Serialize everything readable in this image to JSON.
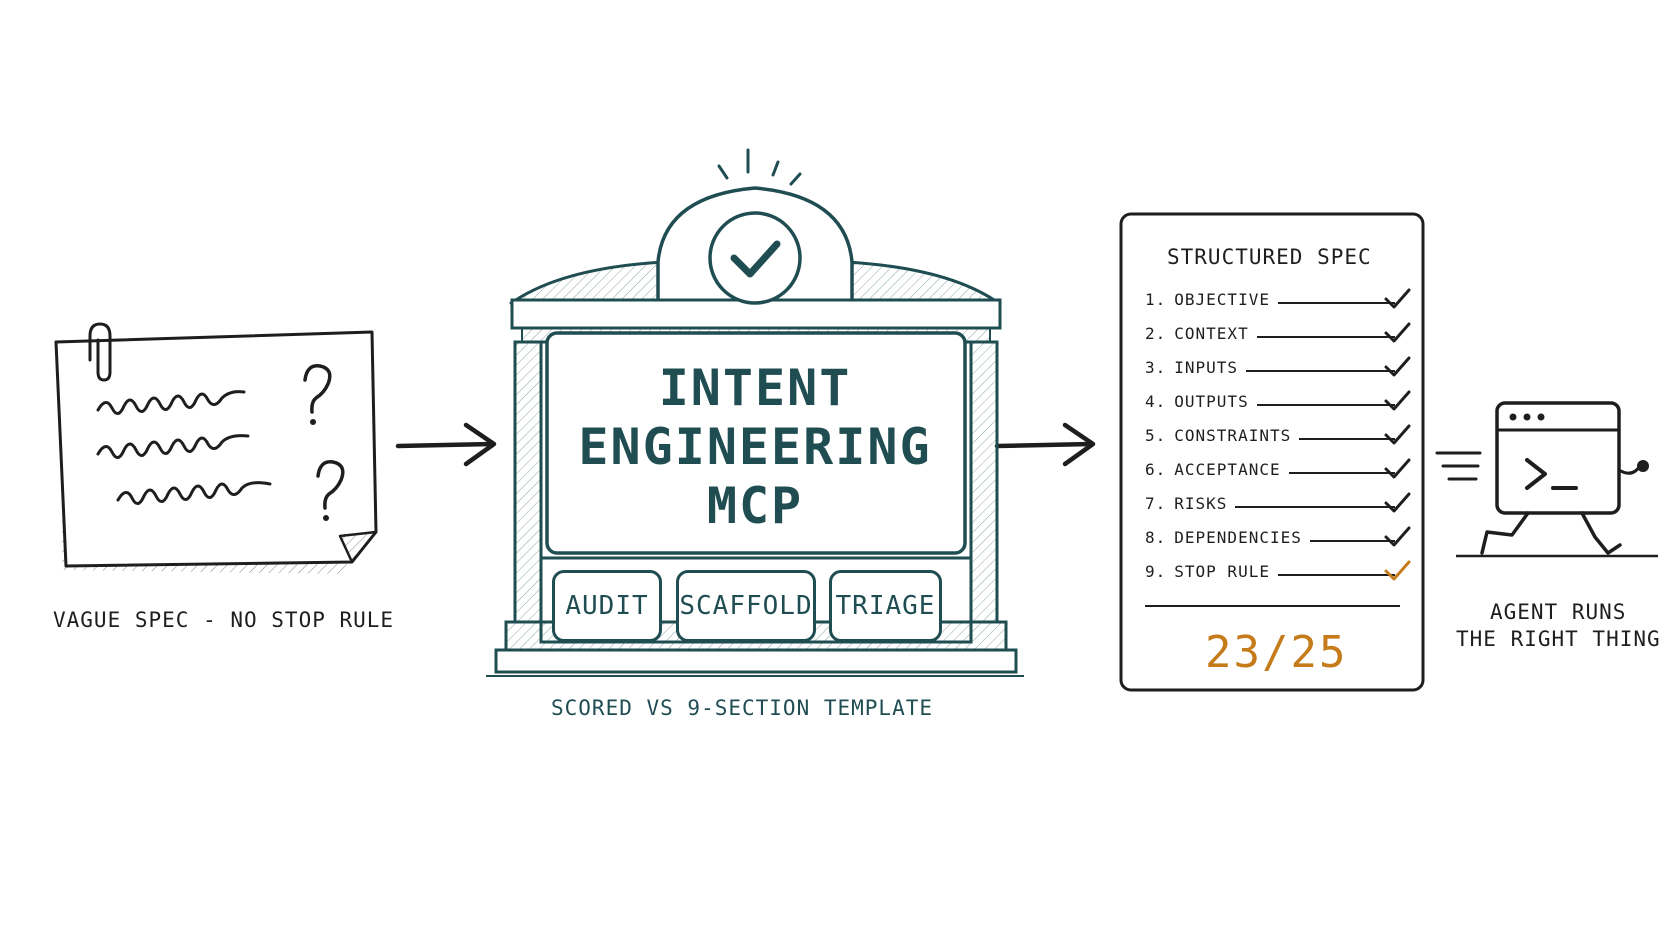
{
  "vague": {
    "caption": "VAGUE SPEC - NO STOP RULE",
    "icons": [
      "paperclip-icon",
      "question-mark-icon"
    ]
  },
  "mcp": {
    "title_lines": [
      "INTENT",
      "ENGINEERING",
      "MCP"
    ],
    "tools": [
      "AUDIT",
      "SCAFFOLD",
      "TRIAGE"
    ],
    "caption": "SCORED VS 9-SECTION TEMPLATE",
    "icons": [
      "checkmark-badge-icon"
    ]
  },
  "spec": {
    "title": "STRUCTURED SPEC",
    "items": [
      {
        "num": "1.",
        "name": "OBJECTIVE",
        "checked": true,
        "highlight": false
      },
      {
        "num": "2.",
        "name": "CONTEXT",
        "checked": true,
        "highlight": false
      },
      {
        "num": "3.",
        "name": "INPUTS",
        "checked": true,
        "highlight": false
      },
      {
        "num": "4.",
        "name": "OUTPUTS",
        "checked": true,
        "highlight": false
      },
      {
        "num": "5.",
        "name": "CONSTRAINTS",
        "checked": true,
        "highlight": false
      },
      {
        "num": "6.",
        "name": "ACCEPTANCE",
        "checked": true,
        "highlight": false
      },
      {
        "num": "7.",
        "name": "RISKS",
        "checked": true,
        "highlight": false
      },
      {
        "num": "8.",
        "name": "DEPENDENCIES",
        "checked": true,
        "highlight": false
      },
      {
        "num": "9.",
        "name": "STOP RULE",
        "checked": true,
        "highlight": true
      }
    ],
    "score": "23/25"
  },
  "agent": {
    "caption_lines": [
      "AGENT RUNS",
      "THE RIGHT THING"
    ],
    "icons": [
      "terminal-window-icon",
      "running-legs-icon"
    ]
  },
  "colors": {
    "ink": "#1e1e1e",
    "teal": "#1f4d52",
    "accent": "#c57b1a",
    "background": "#ffffff"
  }
}
